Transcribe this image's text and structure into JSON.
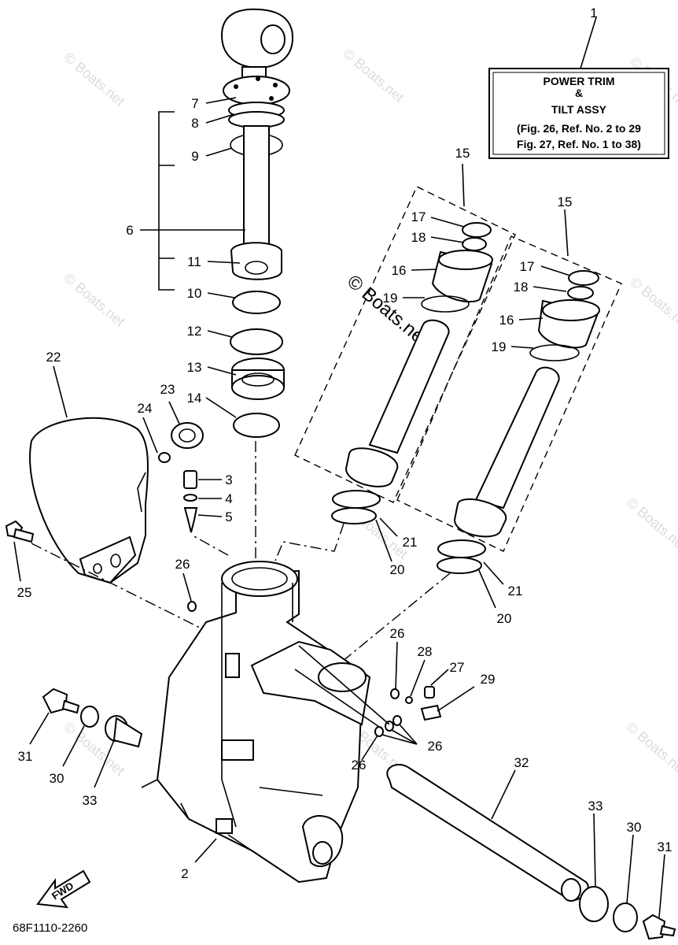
{
  "callout_box": {
    "line1": "POWER TRIM",
    "line2": "&",
    "line3": "TILT ASSY",
    "line4": "(Fig. 26, Ref. No. 2 to 29",
    "line5": "Fig. 27, Ref. No. 1 to 38)"
  },
  "watermark": "© Boats.net",
  "fwd_label": "FWD",
  "drawing_number": "68F1110-2260",
  "labels": {
    "n1": "1",
    "n2": "2",
    "n3": "3",
    "n4": "4",
    "n5": "5",
    "n6": "6",
    "n7": "7",
    "n8": "8",
    "n9": "9",
    "n10": "10",
    "n11": "11",
    "n12": "12",
    "n13": "13",
    "n14": "14",
    "n15a": "15",
    "n15b": "15",
    "n16a": "16",
    "n16b": "16",
    "n17a": "17",
    "n17b": "17",
    "n18a": "18",
    "n18b": "18",
    "n19a": "19",
    "n19b": "19",
    "n20a": "20",
    "n20b": "20",
    "n21a": "21",
    "n21b": "21",
    "n22": "22",
    "n23": "23",
    "n24": "24",
    "n25": "25",
    "n26a": "26",
    "n26b": "26",
    "n26c": "26",
    "n26d": "26",
    "n27": "27",
    "n28": "28",
    "n29": "29",
    "n30a": "30",
    "n30b": "30",
    "n31a": "31",
    "n31b": "31",
    "n32": "32",
    "n33a": "33",
    "n33b": "33"
  }
}
